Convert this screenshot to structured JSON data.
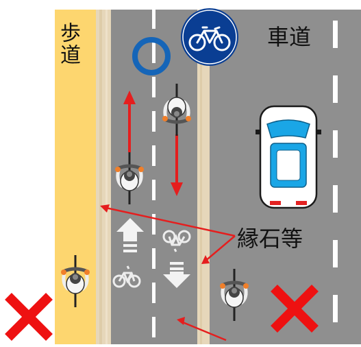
{
  "labels": {
    "sidewalk": "歩道",
    "roadway": "車道",
    "curb": "縁石等"
  },
  "icons": {
    "bike_sign": "bicycle-road-sign-icon",
    "ok_marker": "circle-ok-icon",
    "ng_marker": "cross-ng-icon",
    "car": "car-top-view-icon",
    "cyclist": "cyclist-top-view-icon",
    "lane_arrow": "lane-arrow-marking-icon",
    "bike_marking": "bicycle-road-marking-icon"
  },
  "colors": {
    "road": "#8f8f8f",
    "sidewalk": "#fdd66f",
    "curb": "#e9dcc3",
    "sign_blue": "#0a3e93",
    "circle_blue": "#1565b8",
    "arrow_red": "#e51e1e",
    "cross_red": "#ee1111",
    "car_blue": "#1aa6e6",
    "bike_orange": "#f07f2a"
  }
}
